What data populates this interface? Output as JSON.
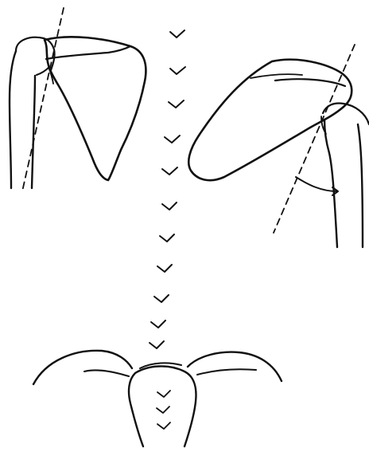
{
  "figure": {
    "line_color": "#111111",
    "background_color": "#ffffff",
    "parts": [
      "left-shoulder-scapula-humerus-view",
      "right-shoulder-scapula-humerus-view",
      "spine-vertebrae-chevrons",
      "lower-clavicles-and-sternum-view"
    ],
    "symbols": {
      "axis_line_style": "dashed",
      "rotation_indicator": "arrow"
    }
  }
}
